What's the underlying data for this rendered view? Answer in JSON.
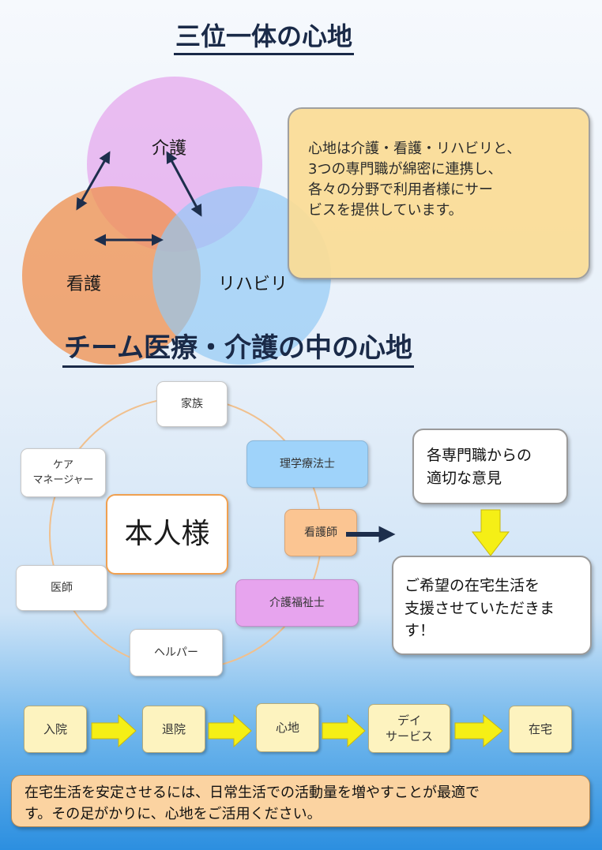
{
  "section1": {
    "title": "三位一体の心地",
    "circles": {
      "top": "介護",
      "left": "看護",
      "right": "リハビリ"
    },
    "note": [
      "心地は介護・看護・リハビリと、",
      "3つの専門職が綿密に連携し、",
      "各々の分野で利用者様にサー",
      "ビスを提供しています。"
    ]
  },
  "section2": {
    "title": "チーム医療・介護の中の心地",
    "center": "本人様",
    "nodes": {
      "family": "家族",
      "care_manager": [
        "ケア",
        "マネージャー"
      ],
      "pt": "理学療法士",
      "nurse": "看護師",
      "doctor": "医師",
      "care_worker": "介護福祉士",
      "helper": "ヘルパー"
    },
    "opinion": [
      "各専門職からの",
      "適切な意見"
    ],
    "support": [
      "ご希望の在宅生活を",
      "支援させていただきま",
      "す！"
    ]
  },
  "flow": {
    "steps": [
      {
        "label": [
          "入院"
        ]
      },
      {
        "label": [
          "退院"
        ]
      },
      {
        "label": [
          "心地"
        ]
      },
      {
        "label": [
          "デイ",
          "サービス"
        ]
      },
      {
        "label": [
          "在宅"
        ]
      }
    ]
  },
  "footer": [
    "在宅生活を安定させるには、日常生活での活動量を増やすことが最適で",
    "す。その足がかりに、心地をご活用ください。"
  ],
  "colors": {
    "title": "#1a2a48",
    "kaigo": "#e9b6f0",
    "kango": "#f1a262",
    "reha": "#9fd0f5",
    "note_bg": "#fbdd96",
    "pt_bg": "#9fd3fa",
    "nurse_bg": "#fbc592",
    "care_worker_bg": "#e7a4ee",
    "arrow_yellow": "#f5ef16"
  }
}
